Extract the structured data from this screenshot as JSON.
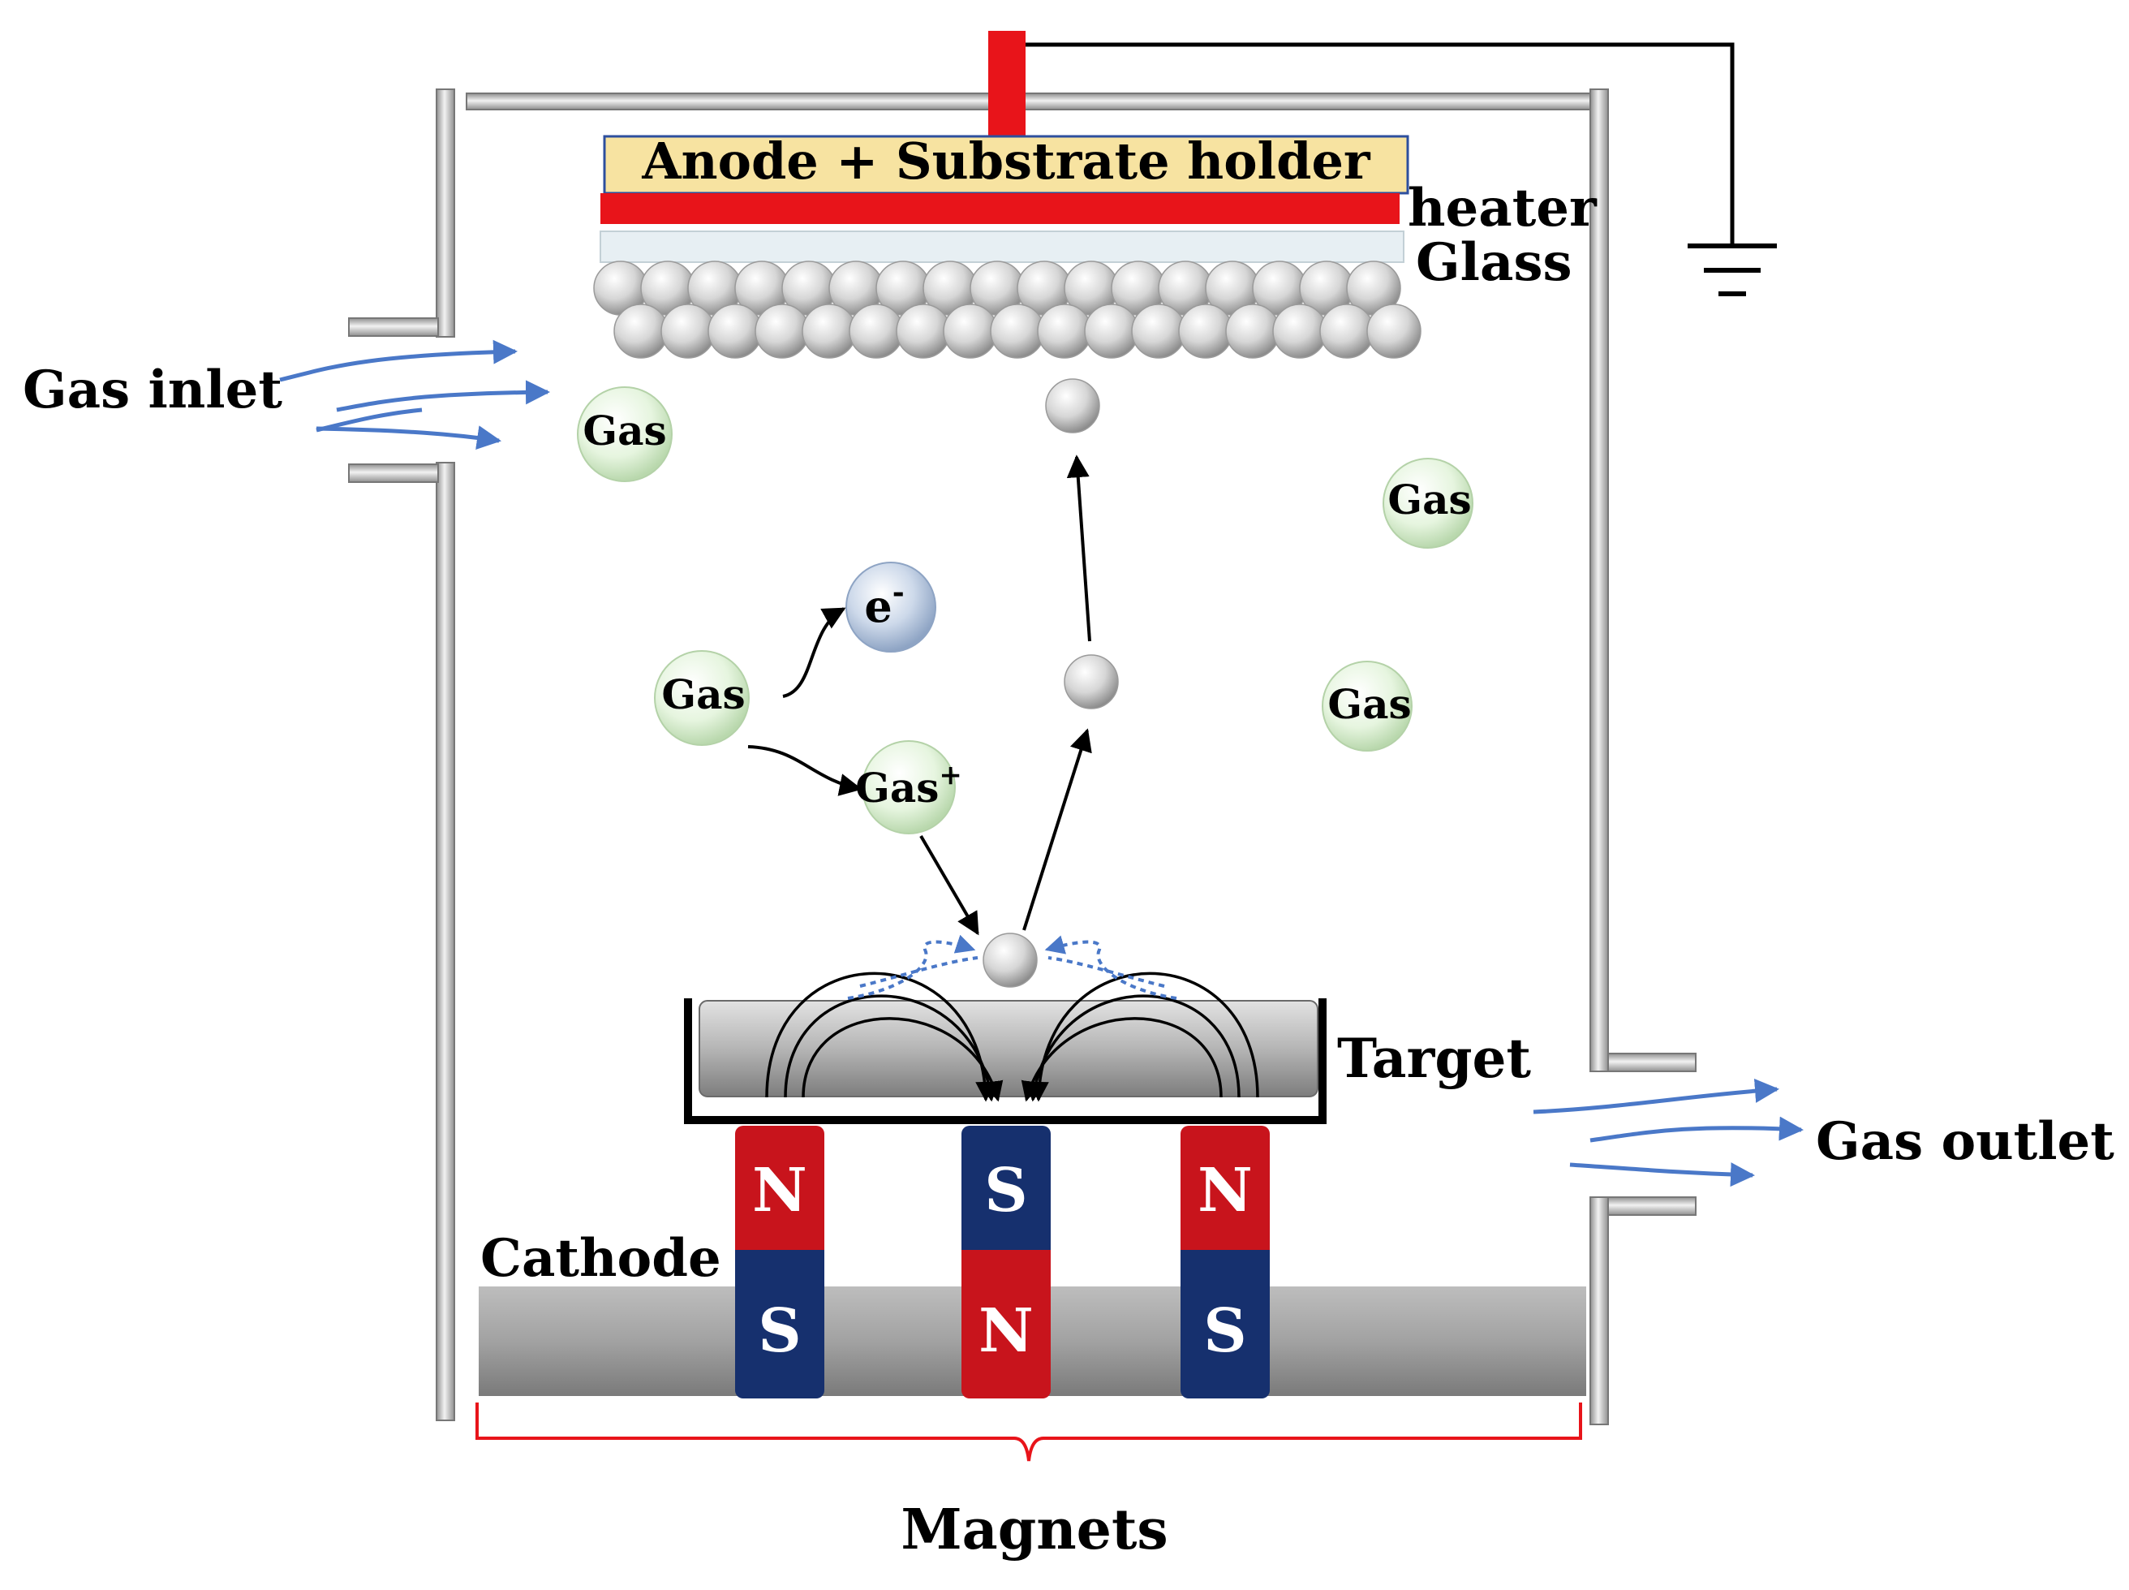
{
  "labels": {
    "anode": "Anode + Substrate holder",
    "heater": "heater",
    "glass": "Glass",
    "gas_inlet": "Gas inlet",
    "gas_outlet": "Gas outlet",
    "target": "Target",
    "cathode": "Cathode",
    "cathode_sign": "-",
    "magnets": "Magnets"
  },
  "particles": {
    "gas": "Gas",
    "electron": "e",
    "electron_charge": "-",
    "ion": "Gas",
    "ion_charge": "+"
  },
  "magnet_poles": {
    "left_top": "N",
    "left_bottom": "S",
    "center_top": "S",
    "center_bottom": "N",
    "right_top": "N",
    "right_bottom": "S"
  },
  "colors": {
    "north_pole": "#c8141c",
    "south_pole": "#16306e",
    "anode_fill": "#f7e3a1",
    "heater": "#e8141a",
    "gas_flow": "#4a78c8",
    "gas_particle": "#e6f5df",
    "electron_particle": "#cdd9ea",
    "brace": "#e8141a"
  },
  "icons": {
    "ground": "ground-symbol-icon",
    "flow": "flow-arrow-icon"
  }
}
